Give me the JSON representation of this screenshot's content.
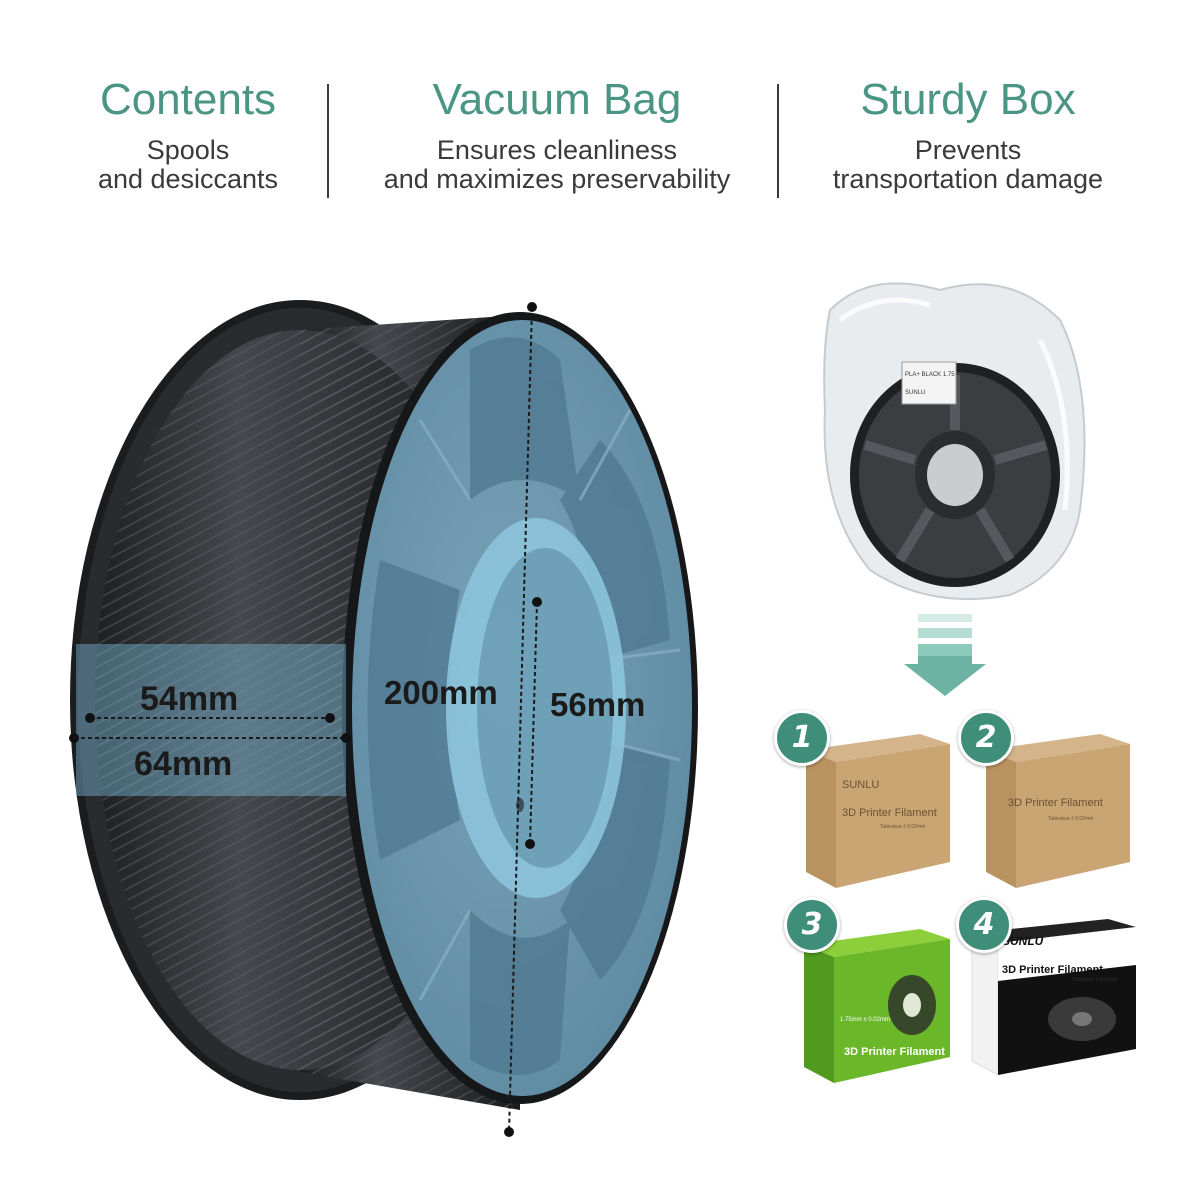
{
  "header": {
    "columns": [
      {
        "title": "Contents",
        "line1": "Spools",
        "line2": "and desiccants"
      },
      {
        "title": "Vacuum Bag",
        "line1": "Ensures cleanliness",
        "line2": "and maximizes preservability"
      },
      {
        "title": "Sturdy Box",
        "line1": "Prevents",
        "line2": "transportation damage"
      }
    ]
  },
  "dimensions": {
    "inner_width": "54mm",
    "outer_width": "64mm",
    "outer_diameter": "200mm",
    "hub_diameter": "56mm"
  },
  "bag_label": {
    "line1": "PLA+ BLACK  1.75",
    "line2": "SUNLU"
  },
  "boxes": [
    {
      "number": "1",
      "brand": "SUNLU",
      "product": "3D Printer Filament",
      "spec": "Tolerance ± 0.02mm"
    },
    {
      "number": "2",
      "brand": "",
      "product": "3D Printer Filament",
      "spec": "Tolerance ± 0.02mm"
    },
    {
      "number": "3",
      "brand": "",
      "product": "3D Printer Filament",
      "spec": "1.75mm ± 0.02mm"
    },
    {
      "number": "4",
      "brand": "SUNLU",
      "product": "3D Printer Filament",
      "spec": "Tolerance ± 0.02mm"
    }
  ],
  "colors": {
    "accent": "#4a9584",
    "badge": "#3e8e79",
    "spool_face": "#6c96ad",
    "hub_highlight": "#8cc4dc",
    "filament": "#2e3033"
  }
}
